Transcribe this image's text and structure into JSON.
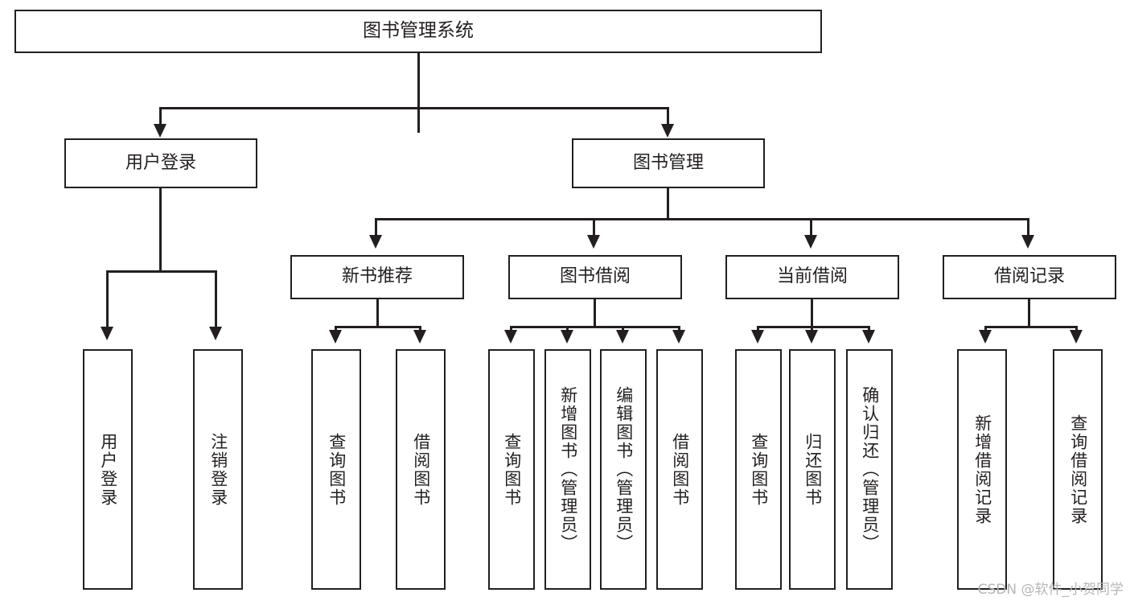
{
  "diagram": {
    "title": "图书管理系统",
    "type": "tree-hierarchy-chart",
    "root": {
      "label": "图书管理系统"
    },
    "level2": [
      {
        "label": "用户登录"
      },
      {
        "label": "图书管理"
      }
    ],
    "level3": [
      {
        "label": "新书推荐"
      },
      {
        "label": "图书借阅"
      },
      {
        "label": "当前借阅"
      },
      {
        "label": "借阅记录"
      }
    ],
    "leaves": {
      "user_login": [
        {
          "label": "用户登录"
        },
        {
          "label": "注销登录"
        }
      ],
      "new_book_recommend": [
        {
          "label": "查询图书"
        },
        {
          "label": "借阅图书"
        }
      ],
      "book_borrow": [
        {
          "label": "查询图书"
        },
        {
          "label": "新增图书（管理员）"
        },
        {
          "label": "编辑图书（管理员）"
        },
        {
          "label": "借阅图书"
        }
      ],
      "current_borrow": [
        {
          "label": "查询图书"
        },
        {
          "label": "归还图书"
        },
        {
          "label": "确认归还（管理员）"
        }
      ],
      "borrow_record": [
        {
          "label": "新增借阅记录"
        },
        {
          "label": "查询借阅记录"
        }
      ]
    },
    "watermark": "CSDN @软件_小贺同学",
    "colors": {
      "line": "#231f20",
      "box_fill": "#ffffff",
      "text": "#231f20",
      "watermark": "#b6b6b6"
    }
  }
}
